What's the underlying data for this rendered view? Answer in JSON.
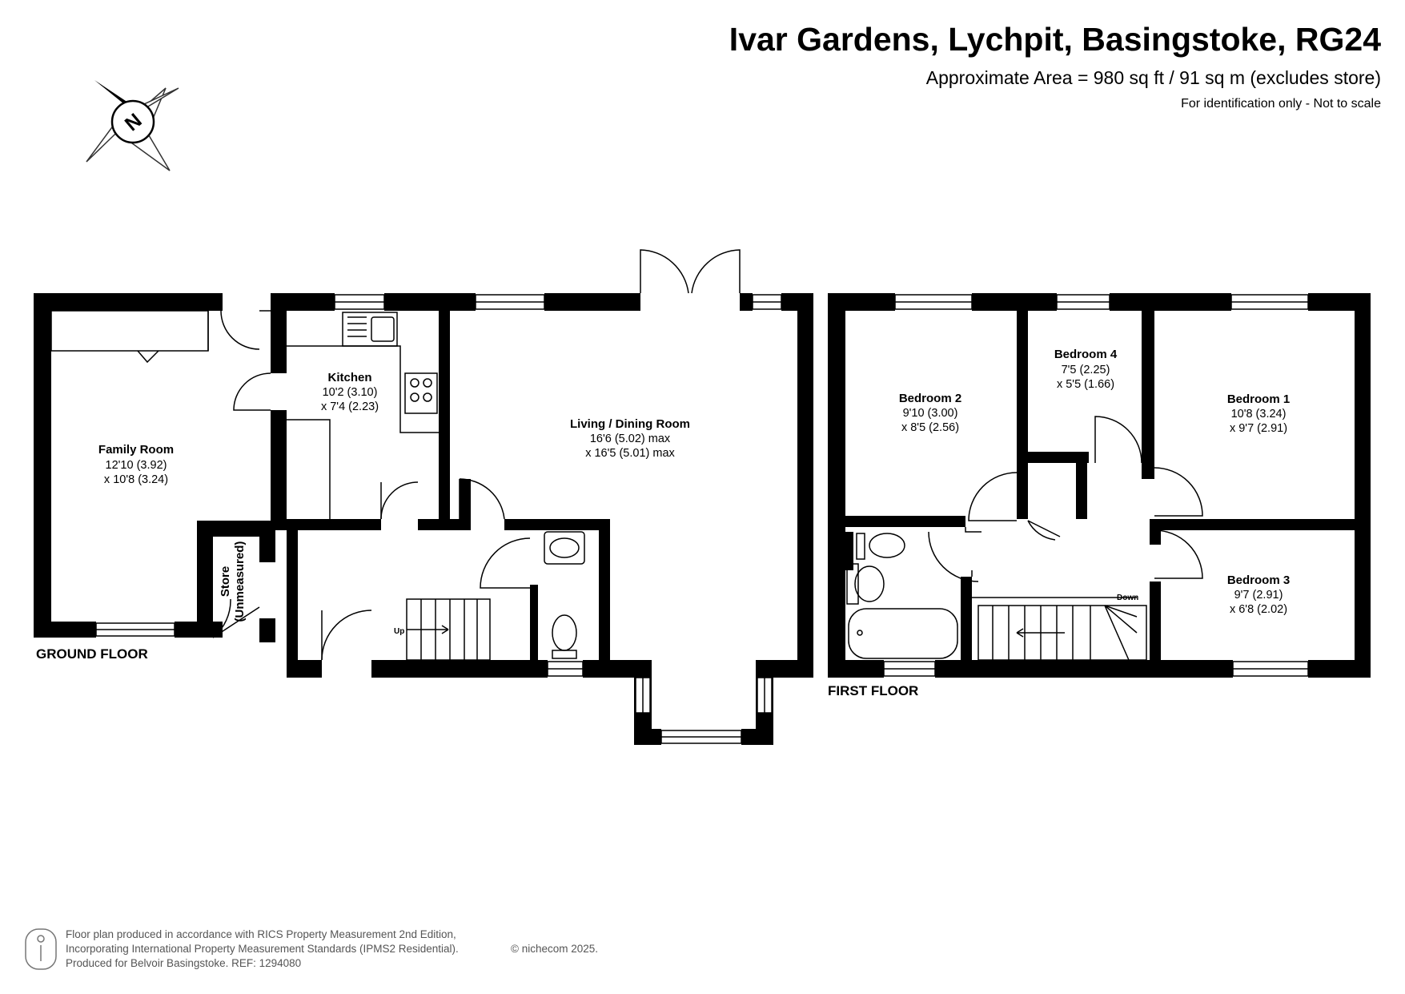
{
  "header": {
    "title": "Ivar Gardens, Lychpit, Basingstoke, RG24",
    "area": "Approximate Area = 980 sq ft / 91 sq m (excludes store)",
    "disclaimer": "For identification only - Not to scale"
  },
  "compass": {
    "letter": "N",
    "icon": "compass-rose-icon"
  },
  "floors": {
    "ground": "GROUND FLOOR",
    "first": "FIRST FLOOR"
  },
  "rooms": {
    "family": {
      "name": "Family Room",
      "dim1": "12'10 (3.92)",
      "dim2": "x 10'8 (3.24)"
    },
    "kitchen": {
      "name": "Kitchen",
      "dim1": "10'2 (3.10)",
      "dim2": "x 7'4 (2.23)"
    },
    "living": {
      "name": "Living / Dining Room",
      "dim1": "16'6 (5.02) max",
      "dim2": "x 16'5 (5.01) max"
    },
    "store": {
      "name": "Store",
      "dim1": "(Unmeasured)"
    },
    "bedroom1": {
      "name": "Bedroom 1",
      "dim1": "10'8 (3.24)",
      "dim2": "x 9'7 (2.91)"
    },
    "bedroom2": {
      "name": "Bedroom 2",
      "dim1": "9'10 (3.00)",
      "dim2": "x 8'5 (2.56)"
    },
    "bedroom3": {
      "name": "Bedroom 3",
      "dim1": "9'7 (2.91)",
      "dim2": "x 6'8 (2.02)"
    },
    "bedroom4": {
      "name": "Bedroom 4",
      "dim1": "7'5 (2.25)",
      "dim2": "x 5'5 (1.66)"
    }
  },
  "stairs": {
    "up": "Up",
    "down": "Down"
  },
  "footer": {
    "line1": "Floor plan produced in accordance with RICS Property Measurement 2nd Edition,",
    "line2": "Incorporating International Property Measurement Standards (IPMS2 Residential).",
    "copyright": "© nichecom 2025.",
    "line3": "Produced for Belvoir Basingstoke.   REF:  1294080"
  }
}
